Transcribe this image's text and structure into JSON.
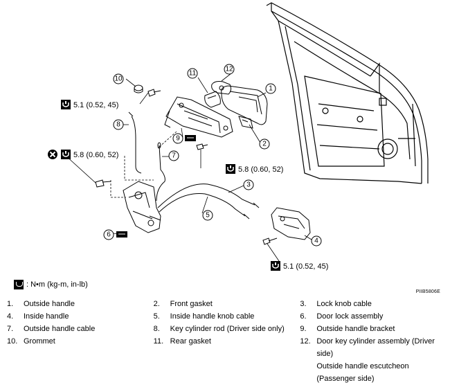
{
  "callouts": {
    "torque_a": "5.1 (0.52, 45)",
    "torque_b": "5.8 (0.60, 52)",
    "torque_c": "5.8 (0.60, 52)",
    "torque_d": "5.1 (0.52, 45)"
  },
  "numbers": [
    "1",
    "2",
    "3",
    "4",
    "5",
    "6",
    "7",
    "8",
    "9",
    "10",
    "11",
    "12"
  ],
  "legend": {
    "text": ": N•m (kg-m, in-lb)"
  },
  "ref_code": "PIIB5806E",
  "parts": [
    {
      "num": "1.",
      "name": "Outside handle"
    },
    {
      "num": "2.",
      "name": "Front gasket"
    },
    {
      "num": "3.",
      "name": "Lock knob cable"
    },
    {
      "num": "4.",
      "name": "Inside handle"
    },
    {
      "num": "5.",
      "name": "Inside handle knob cable"
    },
    {
      "num": "6.",
      "name": "Door lock assembly"
    },
    {
      "num": "7.",
      "name": "Outside handle cable"
    },
    {
      "num": "8.",
      "name": "Key cylinder rod (Driver side only)"
    },
    {
      "num": "9.",
      "name": "Outside handle bracket"
    },
    {
      "num": "10.",
      "name": "Grommet"
    },
    {
      "num": "11.",
      "name": "Rear gasket"
    },
    {
      "num": "12.",
      "name": "Door key cylinder assembly (Driver side)"
    },
    {
      "num": "",
      "name": "Outside handle escutcheon (Passenger side)"
    }
  ],
  "colors": {
    "line": "#000000",
    "background": "#ffffff"
  }
}
